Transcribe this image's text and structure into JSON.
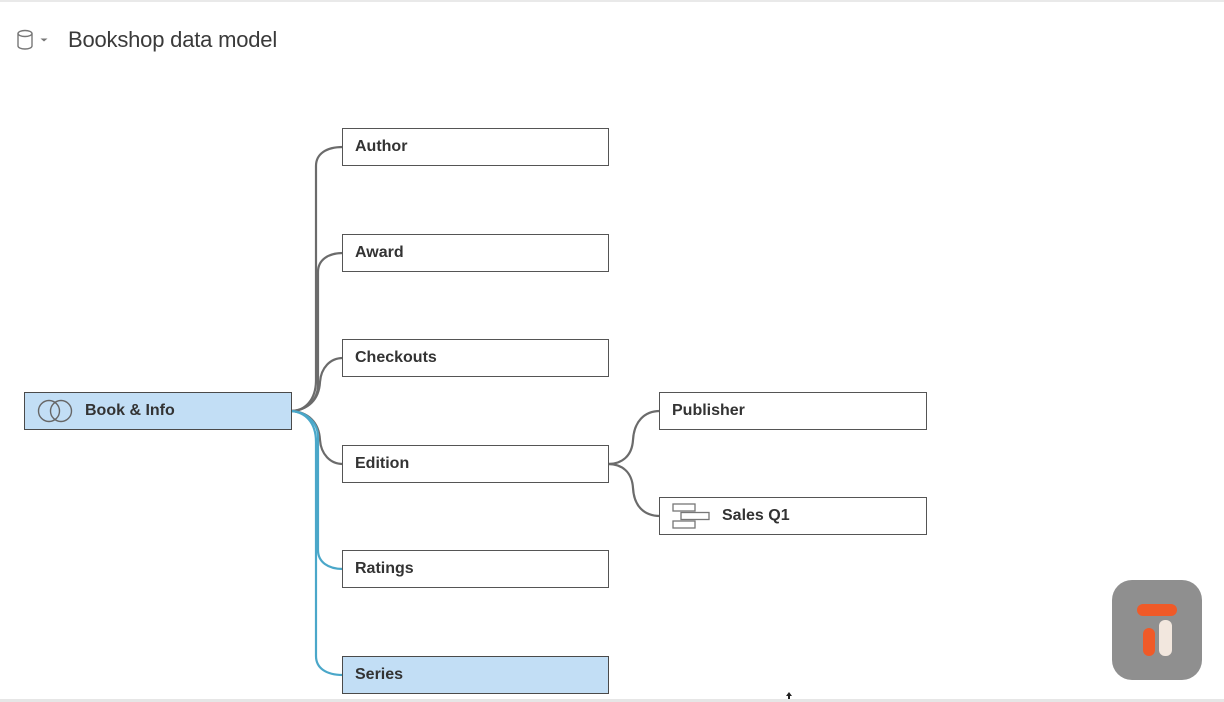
{
  "header": {
    "title": "Bookshop data model",
    "datasource_icon": "database-icon",
    "dropdown_icon": "dropdown-caret-icon"
  },
  "nodes": {
    "book_info": {
      "label": "Book & Info",
      "icon": "relationship-circles-icon"
    },
    "author": {
      "label": "Author"
    },
    "award": {
      "label": "Award"
    },
    "checkouts": {
      "label": "Checkouts"
    },
    "edition": {
      "label": "Edition"
    },
    "ratings": {
      "label": "Ratings"
    },
    "series": {
      "label": "Series"
    },
    "publisher": {
      "label": "Publisher"
    },
    "sales_q1": {
      "label": "Sales Q1",
      "icon": "union-table-icon"
    }
  },
  "colors": {
    "selected_fill": "#c2def5",
    "link_default": "#6b6b6b",
    "link_highlight": "#4aa7c9",
    "badge_bg": "#8f8f8f",
    "badge_accent": "#f05a28",
    "badge_light": "#f2e7de"
  },
  "badge": {
    "icon": "app-logo-icon"
  }
}
